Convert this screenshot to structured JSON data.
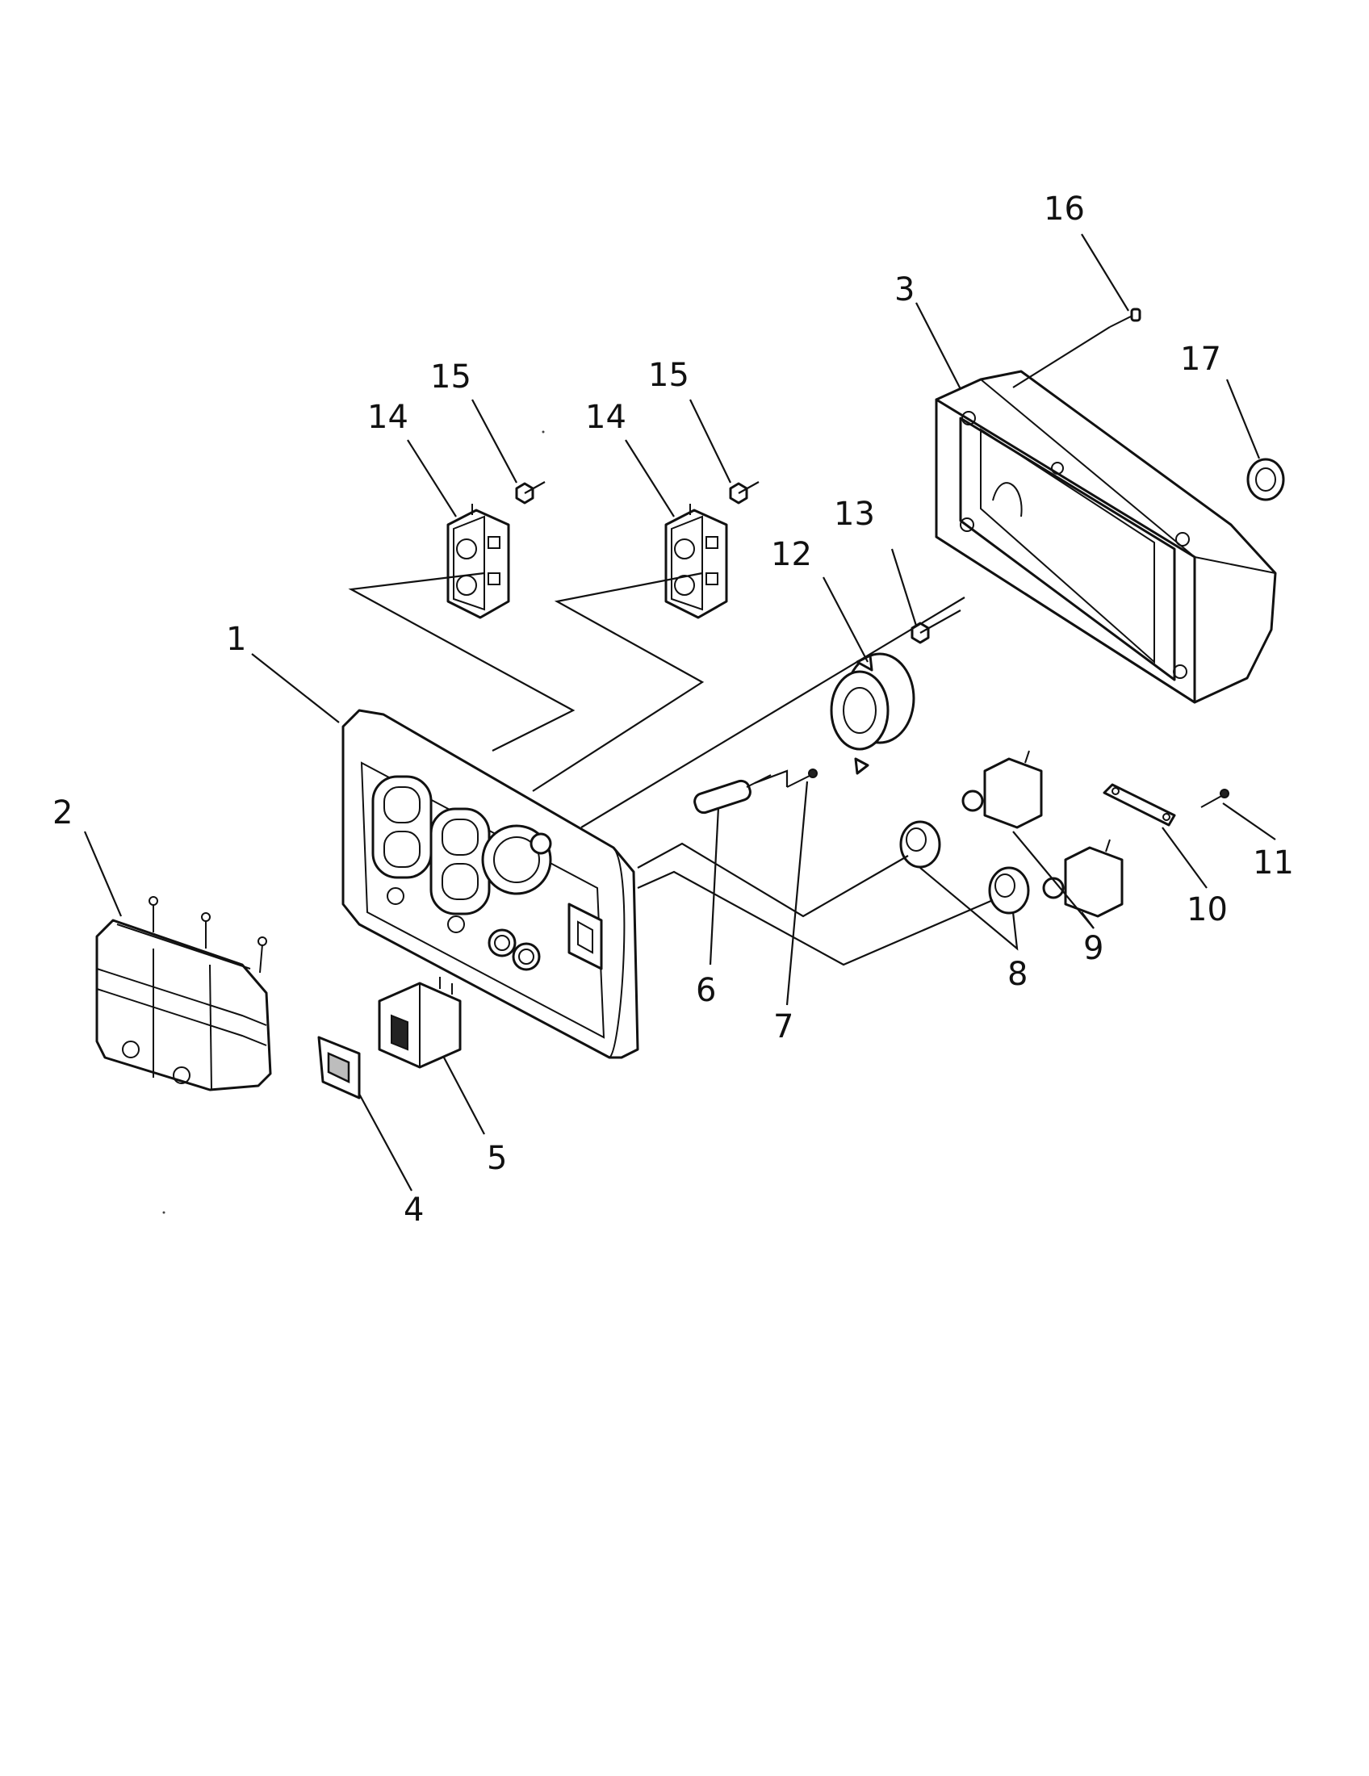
{
  "diagram": {
    "callouts": [
      "1",
      "2",
      "3",
      "4",
      "5",
      "6",
      "7",
      "8",
      "9",
      "10",
      "11",
      "12",
      "13",
      "14",
      "14",
      "15",
      "15",
      "16",
      "17"
    ],
    "colors": {
      "line": "#111111",
      "background": "#ffffff",
      "shade": "#bdbdbd"
    }
  }
}
